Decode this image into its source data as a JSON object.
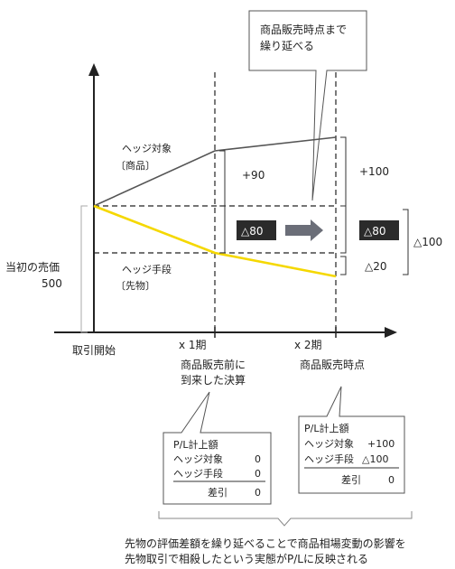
{
  "callout_top": {
    "line1": "商品販売時点まで",
    "line2": "繰り延べる"
  },
  "hedged_item": {
    "line1": "ヘッジ対象",
    "line2": "〔商品〕"
  },
  "hedge_instrument": {
    "line1": "ヘッジ手段",
    "line2": "〔先物〕"
  },
  "initial_price": {
    "line1": "当初の売価",
    "line2": "500"
  },
  "changes": {
    "item_p1": "+90",
    "item_p2": "+100",
    "instr_p1": "△80",
    "instr_p2": "△80",
    "instr_extra": "△20",
    "instr_total": "△100"
  },
  "axis": {
    "origin": "取引開始",
    "period1": "x 1期",
    "period2": "x 2期"
  },
  "period_desc": {
    "p1_line1": "商品販売前に",
    "p1_line2": "到来した決算",
    "p2_line1": "商品販売時点"
  },
  "pl_box1": {
    "title": "P/L計上額",
    "row1_label": "ヘッジ対象",
    "row1_value": "0",
    "row2_label": "ヘッジ手段",
    "row2_value": "0",
    "diff_label": "差引",
    "diff_value": "0"
  },
  "pl_box2": {
    "title": "P/L計上額",
    "row1_label": "ヘッジ対象",
    "row1_value": "+100",
    "row2_label": "ヘッジ手段",
    "row2_value": "△100",
    "diff_label": "差引",
    "diff_value": "0"
  },
  "conclusion": {
    "line1": "先物の評価差額を繰り延べることで商品相場変動の影響を",
    "line2": "先物取引で相殺したという実態がP/Lに反映される"
  },
  "colors": {
    "hedged_line": "#555555",
    "hedge_line": "#f5d800",
    "dark_box": "#2b2b2b",
    "arrow": "#6b6e78"
  }
}
